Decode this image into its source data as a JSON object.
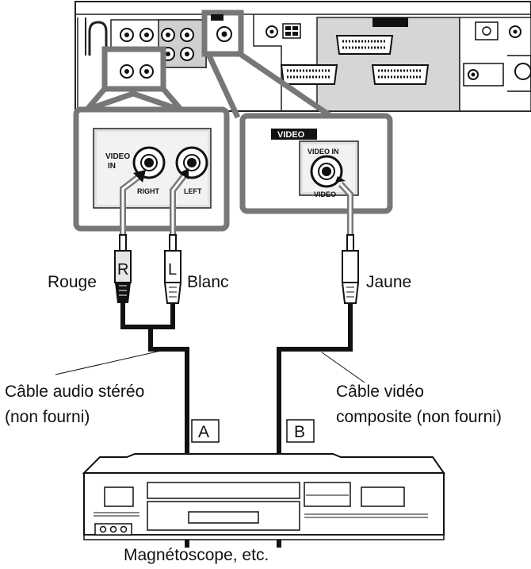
{
  "labels": {
    "rouge": "Rouge",
    "blanc": "Blanc",
    "jaune": "Jaune",
    "plug_r": "R",
    "plug_l": "L",
    "cable_audio_line1": "Câble audio stéréo",
    "cable_audio_line2": "(non fourni)",
    "cable_video_line1": "Câble vidéo",
    "cable_video_line2": "composite (non fourni)",
    "box_a": "A",
    "box_b": "B",
    "device": "Magnétoscope, etc."
  },
  "left_panel": {
    "video_in_line1": "VIDEO",
    "video_in_line2": "IN",
    "right": "RIGHT",
    "left": "LEFT"
  },
  "right_panel": {
    "header": "VIDEO",
    "video_in": "VIDEO IN",
    "video": "VIDEO"
  }
}
